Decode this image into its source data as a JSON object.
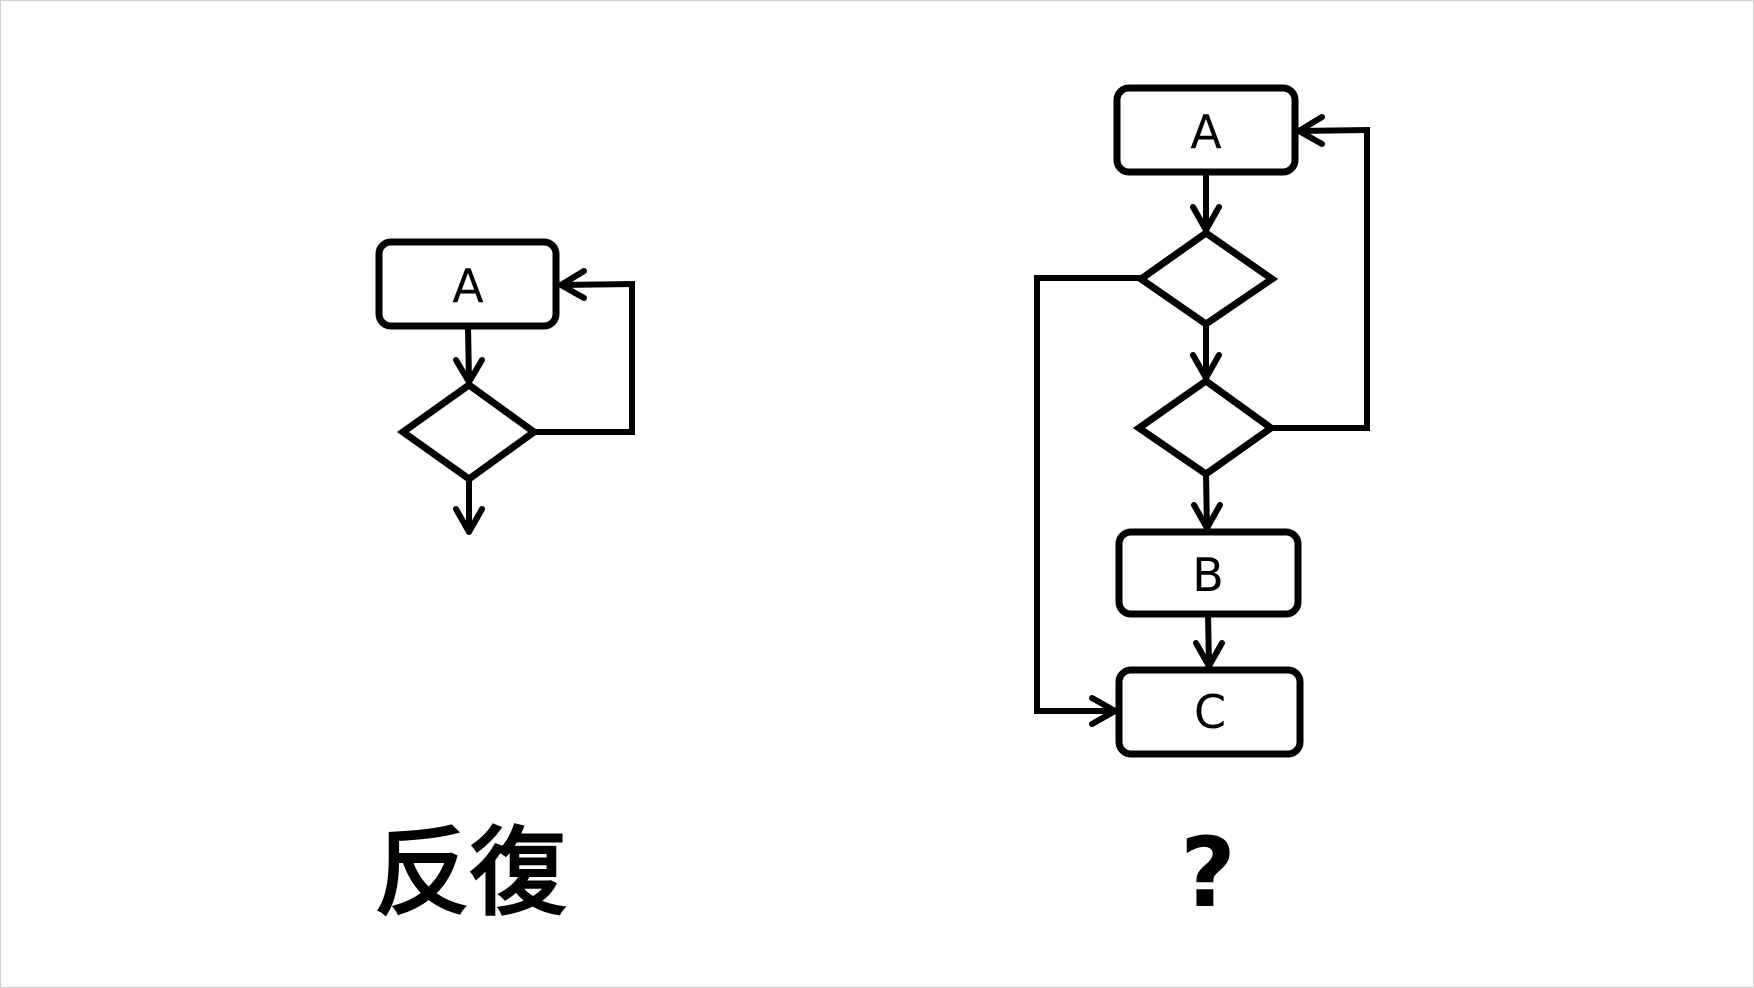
{
  "diagrams": [
    {
      "name": "iteration",
      "caption": "反復",
      "nodes": [
        {
          "id": "A",
          "type": "process",
          "label": "A"
        },
        {
          "id": "d1",
          "type": "decision",
          "label": ""
        }
      ],
      "edges": [
        {
          "from": "A",
          "to": "d1"
        },
        {
          "from": "d1",
          "to": "A",
          "route": "right-loop"
        },
        {
          "from": "d1",
          "to": "exit"
        }
      ]
    },
    {
      "name": "unknown",
      "caption": "?",
      "nodes": [
        {
          "id": "A",
          "type": "process",
          "label": "A"
        },
        {
          "id": "d1",
          "type": "decision",
          "label": ""
        },
        {
          "id": "d2",
          "type": "decision",
          "label": ""
        },
        {
          "id": "B",
          "type": "process",
          "label": "B"
        },
        {
          "id": "C",
          "type": "process",
          "label": "C"
        }
      ],
      "edges": [
        {
          "from": "A",
          "to": "d1"
        },
        {
          "from": "d1",
          "to": "d2"
        },
        {
          "from": "d1",
          "to": "C",
          "route": "left-bypass"
        },
        {
          "from": "d2",
          "to": "A",
          "route": "right-loop"
        },
        {
          "from": "d2",
          "to": "B"
        },
        {
          "from": "B",
          "to": "C"
        }
      ]
    }
  ],
  "colors": {
    "stroke": "#000000",
    "background": "#ffffff",
    "border": "#cfcfcf"
  }
}
